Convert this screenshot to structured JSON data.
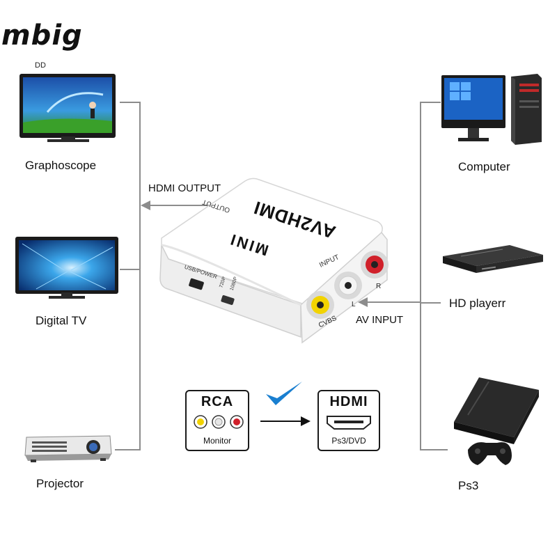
{
  "brand": {
    "logo": "mbig",
    "sub": "DD"
  },
  "outputs": [
    {
      "label": "Graphoscope",
      "icon": "tv-icon"
    },
    {
      "label": "Digital  TV",
      "icon": "tv-icon"
    },
    {
      "label": "Projector",
      "icon": "projector-icon"
    }
  ],
  "inputs": [
    {
      "label": "Computer",
      "icon": "computer-icon"
    },
    {
      "label": "HD playerr",
      "icon": "dvd-player-icon"
    },
    {
      "label": "Ps3",
      "icon": "game-console-icon"
    }
  ],
  "flow": {
    "output_label": "HDMI OUTPUT",
    "input_label": "AV INPUT"
  },
  "device": {
    "model": "AV2HDMI",
    "brand": "MINI",
    "output_label": "OUTPUT",
    "input_label": "INPUT",
    "usb_label": "USB/POWER",
    "switch_720": "720P",
    "switch_1080": "1080P",
    "port_cvbs": "CVBS",
    "port_l": "L",
    "port_r": "R"
  },
  "conversion": {
    "from_title": "RCA",
    "from_sub": "Monitor",
    "to_title": "HDMI",
    "to_sub": "Ps3/DVD"
  },
  "colors": {
    "connector_line": "#8c8c8c",
    "check": "#1a7fd0",
    "rca_yellow": "#f2d300",
    "rca_red": "#d0202a",
    "rca_white": "#f4f4f4"
  }
}
